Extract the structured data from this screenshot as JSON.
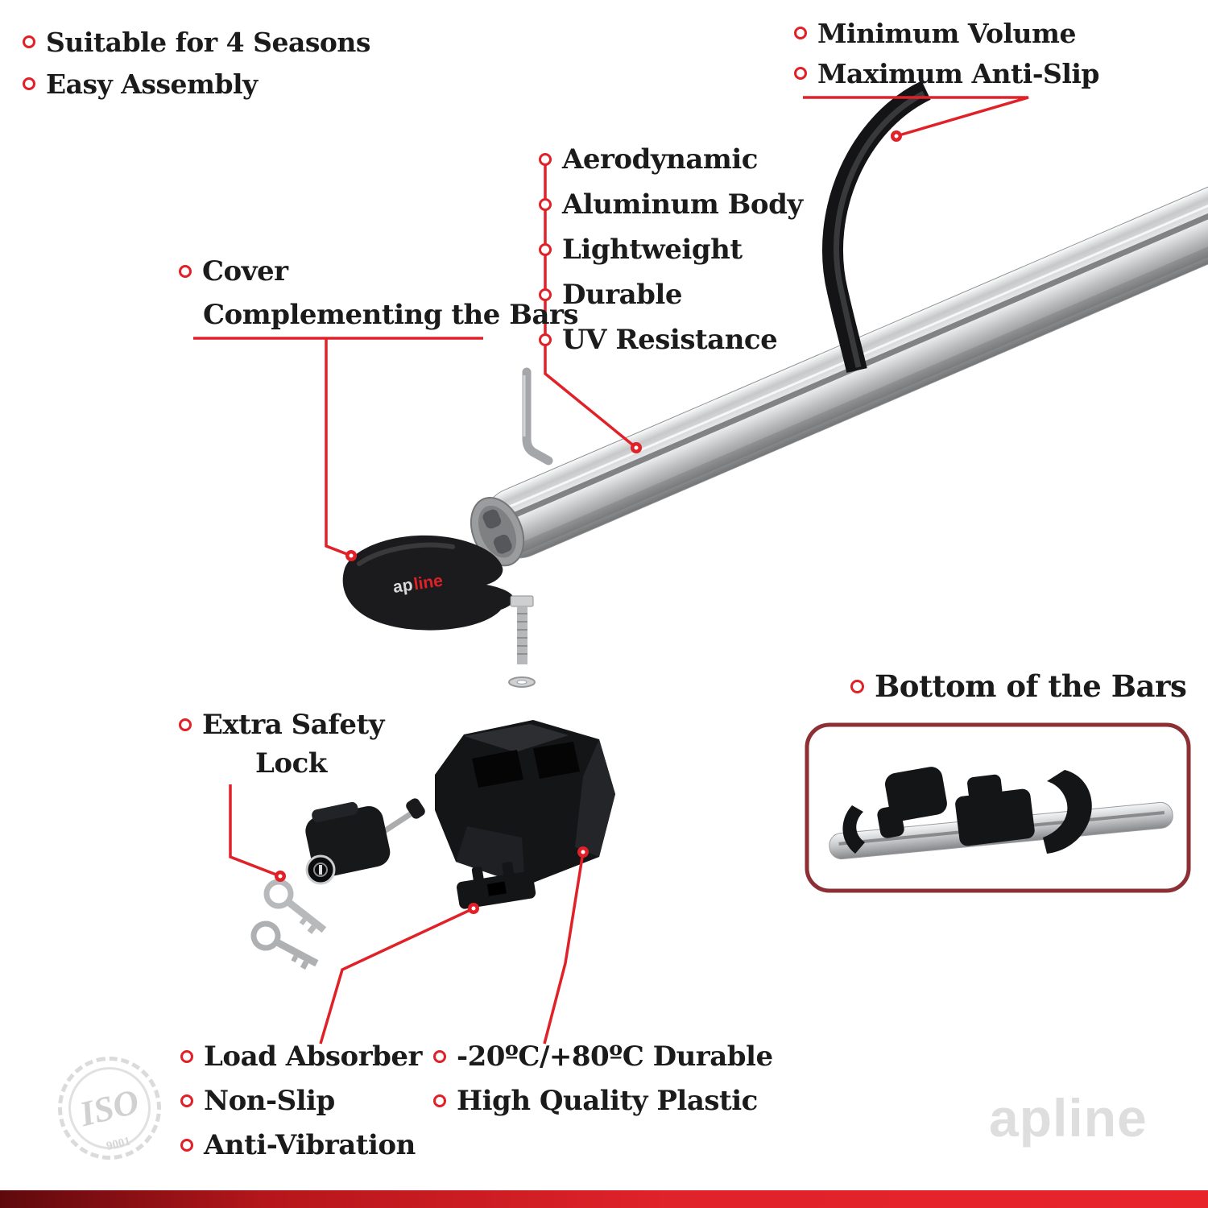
{
  "colors": {
    "accent": "#e02128",
    "text": "#1b1b1b",
    "silver": "#c9cbcd",
    "part_black": "#17181a",
    "inset_border": "#8d3036",
    "watermark": "#dedede"
  },
  "labels": {
    "top_left": {
      "items": [
        "Suitable for 4 Seasons",
        "Easy Assembly"
      ]
    },
    "top_right": {
      "items": [
        "Minimum Volume",
        "Maximum Anti-Slip"
      ]
    },
    "bar_features": {
      "items": [
        "Aerodynamic",
        "Aluminum Body",
        "Lightweight",
        "Durable",
        "UV Resistance"
      ]
    },
    "cover": {
      "line1": "Cover",
      "line2": "Complementing the Bars"
    },
    "safety_lock": {
      "line1": "Extra Safety",
      "line2": "Lock"
    },
    "inset": {
      "title": "Bottom of the Bars"
    },
    "bottom_left": {
      "items": [
        "Load Absorber",
        "Non-Slip",
        "Anti-Vibration"
      ]
    },
    "bottom_mid": {
      "items": [
        "-20ºC/+80ºC Durable",
        "High Quality Plastic"
      ]
    }
  },
  "brand": {
    "logo_part1": "ap",
    "logo_part2": "line",
    "watermark": "apline"
  },
  "certification": {
    "name": "ISO",
    "number": "9001"
  }
}
